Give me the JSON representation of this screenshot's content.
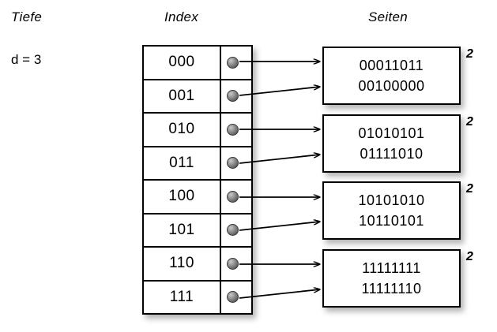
{
  "headers": {
    "depth": "Tiefe",
    "index": "Index",
    "pages": "Seiten"
  },
  "depth": {
    "label": "d = 3"
  },
  "index_table": {
    "rows": [
      {
        "key": "000",
        "pointer_icon": "filled-circle-dot",
        "target_page": 0
      },
      {
        "key": "001",
        "pointer_icon": "filled-circle-dot",
        "target_page": 0
      },
      {
        "key": "010",
        "pointer_icon": "filled-circle-dot",
        "target_page": 1
      },
      {
        "key": "011",
        "pointer_icon": "filled-circle-dot",
        "target_page": 1
      },
      {
        "key": "100",
        "pointer_icon": "filled-circle-dot",
        "target_page": 2
      },
      {
        "key": "101",
        "pointer_icon": "filled-circle-dot",
        "target_page": 2
      },
      {
        "key": "110",
        "pointer_icon": "filled-circle-dot",
        "target_page": 3
      },
      {
        "key": "111",
        "pointer_icon": "filled-circle-dot",
        "target_page": 3
      }
    ]
  },
  "pages": [
    {
      "lines": [
        "00011011",
        "00100000"
      ],
      "count": "2"
    },
    {
      "lines": [
        "01010101",
        "01111010"
      ],
      "count": "2"
    },
    {
      "lines": [
        "10101010",
        "10110101"
      ],
      "count": "2"
    },
    {
      "lines": [
        "11111111",
        "11111110"
      ],
      "count": "2"
    }
  ],
  "colors": {
    "background": "#ffffff",
    "stroke": "#000000",
    "dot_dark": "#5a5a5a",
    "dot_light": "#c9c9c9",
    "shadow": "rgba(0,0,0,0.30)"
  }
}
